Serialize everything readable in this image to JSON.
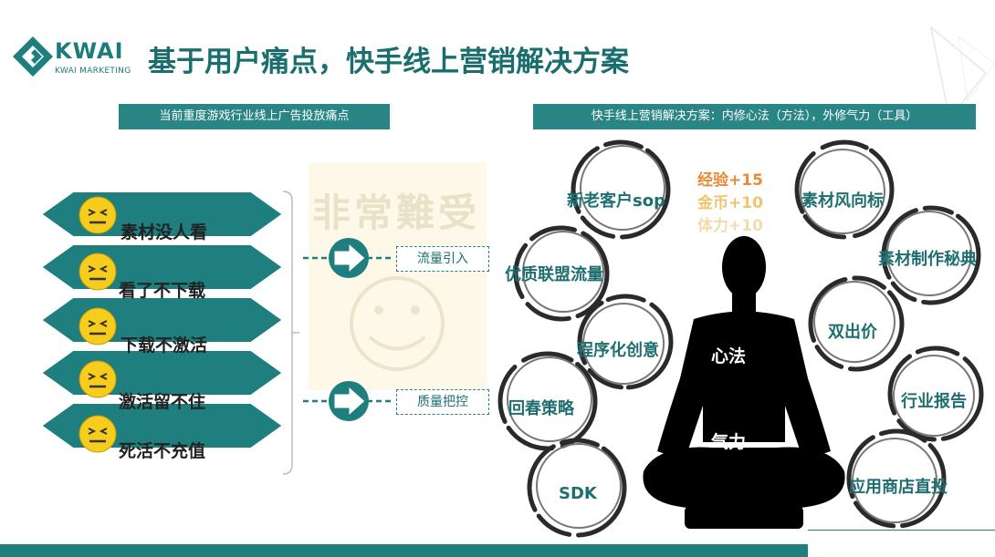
{
  "logo": {
    "brand": "KWAI",
    "sub": "KWAI MARKETING"
  },
  "title": "基于用户痛点，快手线上营销解决方案",
  "left_header": "当前重度游戏行业线上广告投放痛点",
  "right_header": "快手线上营销解决方案：内修心法（方法），外修气力（工具）",
  "watermark": "非常難受",
  "pain_points": [
    "素材没人看",
    "看了不下载",
    "下载不激活",
    "激活留不住",
    "死活不充值"
  ],
  "arrows": [
    "流量引入",
    "质量把控"
  ],
  "solutions": [
    "新老客户sop",
    "素材风向标",
    "素材制作秘典",
    "优质联盟流量",
    "程序化创意",
    "双出价",
    "回春策略",
    "行业报告",
    "SDK",
    "应用商店直投"
  ],
  "rewards": [
    "经验+15",
    "金币+10",
    "体力+10"
  ],
  "figure": {
    "heart": "心法",
    "force": "气力"
  },
  "colors": {
    "teal": "#1f7e7e",
    "dark_teal": "#1a6e6e",
    "emoji": "#f6cc1d",
    "reward_1": "#e98a36",
    "reward_2": "#f0c46a",
    "reward_3": "#f4dcaa"
  }
}
